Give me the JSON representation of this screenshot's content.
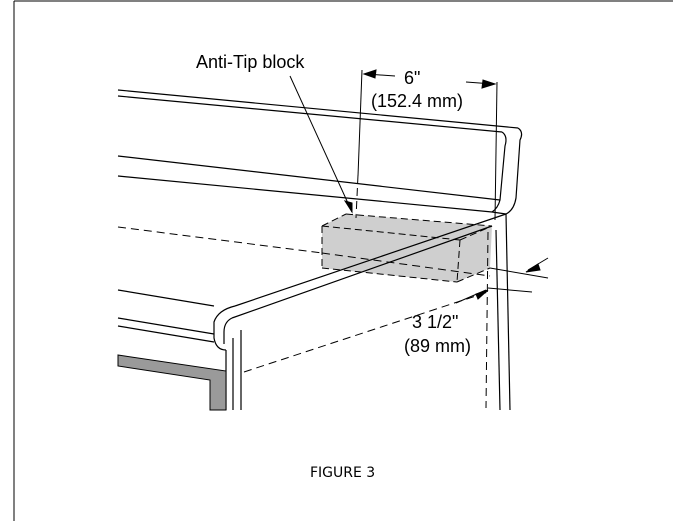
{
  "diagram": {
    "block_label": "Anti-Tip block",
    "width_dimension": "6\"",
    "width_dimension_metric": "(152.4 mm)",
    "depth_dimension": "3 1/2\"",
    "depth_dimension_metric": "(89 mm)",
    "caption": "FIGURE 3",
    "block_fill": "#cfcfcf",
    "line_color": "#000000"
  }
}
